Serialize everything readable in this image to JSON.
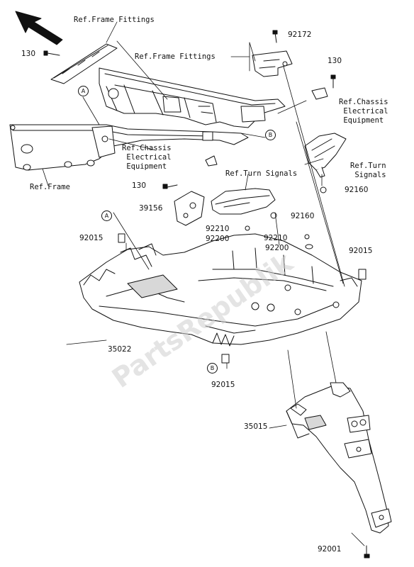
{
  "colors": {
    "line": "#111111",
    "fill": "#ffffff",
    "shade": "#d8d8d8",
    "watermark": "#cfcfcf"
  },
  "watermark": "PartsRepublik",
  "callouts": {
    "frame_fittings_top": "Ref.Frame Fittings",
    "frame_fittings_mid": "Ref.Frame Fittings",
    "chassis_elec_right": "Ref.Chassis\n Electrical\n Equipment",
    "chassis_elec_left": "Ref.Chassis\n Electrical\n Equipment",
    "frame": "Ref.Frame",
    "turn_signals_right": "Ref.Turn\n Signals",
    "turn_signals_mid": "Ref.Turn Signals"
  },
  "part_numbers": {
    "p130_top": "130",
    "p92172": "92172",
    "p130_right": "130",
    "p130_left": "130",
    "p92160_right": "92160",
    "p39156": "39156",
    "p92160_mid": "92160",
    "p92015_left": "92015",
    "p92210_left": "92210",
    "p92200_left": "92200",
    "p92210_right": "92210",
    "p92200_right": "92200",
    "p92015_right": "92015",
    "p35022": "35022",
    "p92015_bottom": "92015",
    "p35015": "35015",
    "p92001": "92001"
  },
  "ref_marks": {
    "a_top": "A",
    "b_right": "B",
    "a_left": "A",
    "b_bottom": "B"
  }
}
